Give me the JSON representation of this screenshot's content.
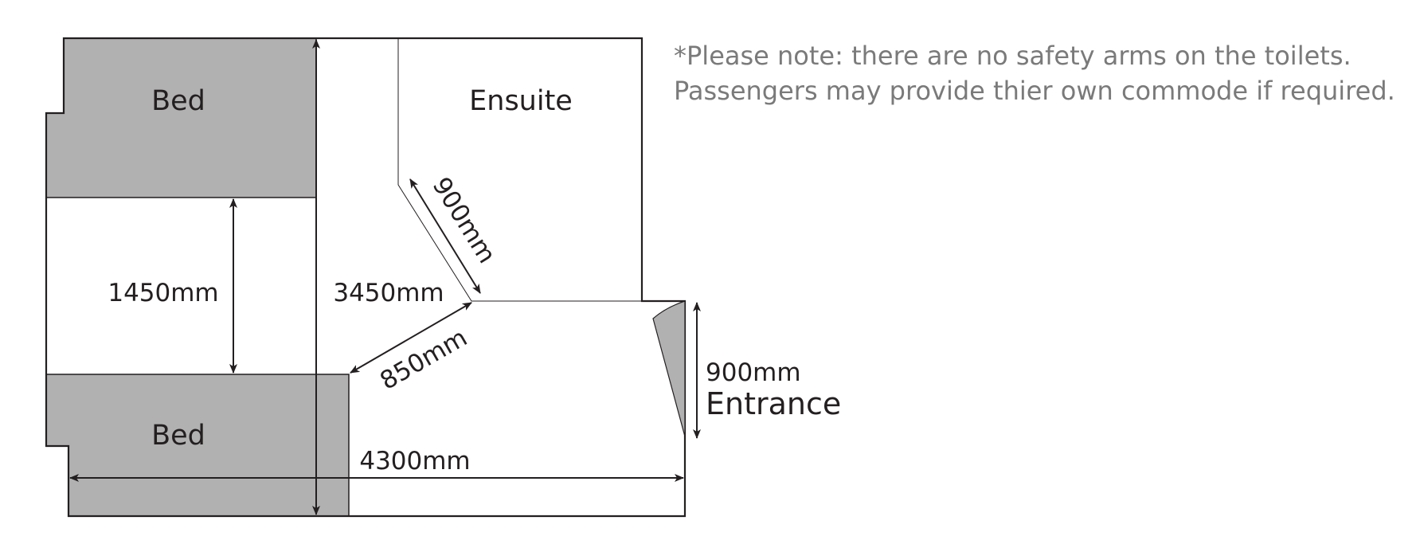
{
  "rooms": {
    "bed_top": "Bed",
    "bed_bottom": "Bed",
    "ensuite": "Ensuite"
  },
  "dimensions": {
    "aisle_width": "1450mm",
    "length": "3450mm",
    "ensuite_door": "900mm",
    "diagonal": "850mm",
    "entrance_width": "900mm",
    "overall_width": "4300mm"
  },
  "labels": {
    "entrance": "Entrance"
  },
  "note": {
    "line1": "*Please note: there are no safety arms on the toilets.",
    "line2": "Passengers may provide thier own commode if required."
  },
  "colors": {
    "bed_fill": "#b1b1b1",
    "line": "#231f20",
    "note_text": "#7a7a7a"
  }
}
